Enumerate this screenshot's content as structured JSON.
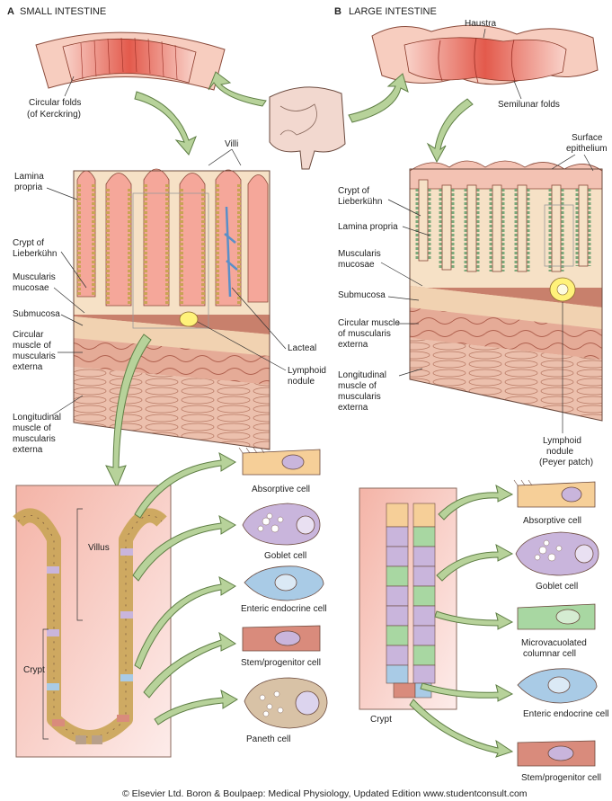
{
  "panels": {
    "a": {
      "letter": "A",
      "title": "SMALL INTESTINE"
    },
    "b": {
      "letter": "B",
      "title": "LARGE INTESTINE"
    }
  },
  "small_intestine": {
    "labels": {
      "circular_folds": "Circular folds",
      "kerckring": "(of Kerckring)",
      "villi": "Villi",
      "lamina_propria_1": "Lamina",
      "lamina_propria_2": "propria",
      "crypt_1": "Crypt of",
      "crypt_2": "Lieberkühn",
      "muscularis_1": "Muscularis",
      "muscularis_2": "mucosae",
      "submucosa": "Submucosa",
      "circular_muscle_1": "Circular",
      "circular_muscle_2": "muscle of",
      "circular_muscle_3": "muscularis",
      "circular_muscle_4": "externa",
      "lacteal": "Lacteal",
      "lymphoid_1": "Lymphoid",
      "lymphoid_2": "nodule",
      "longitudinal_1": "Longitudinal",
      "longitudinal_2": "muscle of",
      "longitudinal_3": "muscularis",
      "longitudinal_4": "externa",
      "villus": "Villus",
      "crypt": "Crypt"
    },
    "cells": [
      "Absorptive cell",
      "Goblet cell",
      "Enteric endocrine cell",
      "Stem/progenitor cell",
      "Paneth cell"
    ]
  },
  "large_intestine": {
    "labels": {
      "haustra": "Haustra",
      "semilunar": "Semilunar folds",
      "surface_1": "Surface",
      "surface_2": "epithelium",
      "crypt_1": "Crypt of",
      "crypt_2": "Lieberkühn",
      "lamina_propria": "Lamina propria",
      "muscularis_1": "Muscularis",
      "muscularis_2": "mucosae",
      "submucosa": "Submucosa",
      "circular_1": "Circular muscle",
      "circular_2": "of muscularis",
      "circular_3": "externa",
      "longitudinal_1": "Longitudinal",
      "longitudinal_2": "muscle of",
      "longitudinal_3": "muscularis",
      "longitudinal_4": "externa",
      "lymphoid_1": "Lymphoid",
      "lymphoid_2": "nodule",
      "lymphoid_3": "(Peyer patch)",
      "crypt": "Crypt"
    },
    "cells": [
      "Absorptive cell",
      "Goblet cell",
      "Microvacuolated",
      "columnar cell",
      "Enteric endocrine cell",
      "Stem/progenitor cell"
    ]
  },
  "colors": {
    "tissue_pink": "#f2b9ad",
    "villus_fill": "#f6d7b0",
    "muscle": "#c98a78",
    "submucosa": "#f3d9b8",
    "arrow": "#b7d29a",
    "absorptive": "#f6cf98",
    "goblet": "#c9b5dc",
    "endocrine": "#a9cbe6",
    "stem": "#d98b7c",
    "paneth": "#d8c2a6",
    "microvac": "#a8d7a2"
  },
  "copyright": "© Elsevier Ltd. Boron & Boulpaep: Medical Physiology, Updated Edition   www.studentconsult.com"
}
